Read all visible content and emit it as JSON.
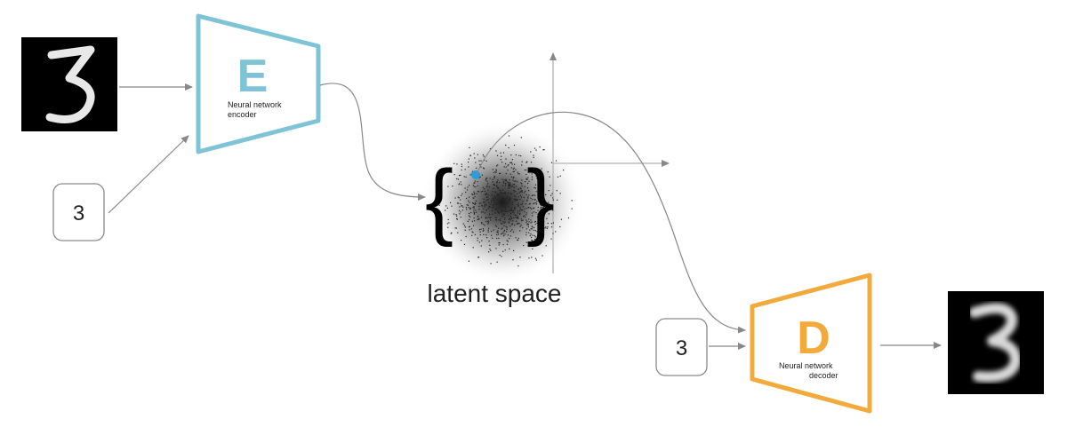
{
  "encoder": {
    "letter": "E",
    "line1": "Neural network",
    "line2": "encoder",
    "color": "#7ec4d6"
  },
  "decoder": {
    "letter": "D",
    "line1": "Neural network",
    "line2": "decoder",
    "color": "#f2aa3c"
  },
  "label_input": {
    "value": "3"
  },
  "label_output": {
    "value": "3"
  },
  "latent": {
    "caption": "latent space",
    "point_color": "#2b9be0",
    "brace_left": "{",
    "brace_right": "}"
  },
  "colors": {
    "arrow": "#888888",
    "box_border": "#8a8a8a",
    "text": "#222222"
  }
}
